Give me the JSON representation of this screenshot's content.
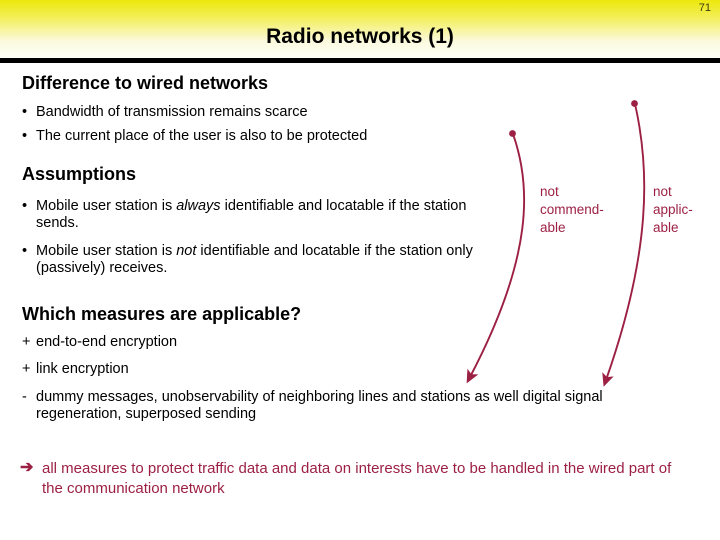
{
  "slide": {
    "page_number": "71",
    "title": "Radio networks (1)",
    "accent_color": "#9c2044",
    "header_color": "#ece80c",
    "rule_color": "#000000"
  },
  "sections": [
    {
      "heading": "Difference to wired networks",
      "bullets": [
        {
          "marker": "•",
          "text": "Bandwidth of transmission remains scarce"
        },
        {
          "marker": "•",
          "text": "The current place of the user is also to be protected"
        }
      ]
    },
    {
      "heading": "Assumptions",
      "bullets": [
        {
          "marker": "•",
          "pre": "Mobile user station is ",
          "em": "always",
          "post": " identifiable and locatable if the station sends."
        },
        {
          "marker": "•",
          "pre": "Mobile user station is ",
          "em": "not",
          "post": " identifiable and locatable if the station only (passively) receives."
        }
      ]
    },
    {
      "heading": "Which measures are applicable?",
      "bullets": [
        {
          "marker": "+",
          "text": "end-to-end encryption"
        },
        {
          "marker": "+",
          "text": "link encryption"
        },
        {
          "marker": "-",
          "text": "dummy messages, unobservability of neighboring lines and stations as well digital signal regeneration, superposed sending"
        }
      ]
    }
  ],
  "annotations": [
    {
      "text": "not commend-able",
      "line0": "not",
      "line1": "commend-",
      "line2": "able"
    },
    {
      "text": "not applic-able",
      "line0": "not",
      "line1": "applic-",
      "line2": "able"
    }
  ],
  "conclusion": {
    "marker": "➔",
    "text": "all measures to protect traffic data and data on interests have to be handled in the wired part of the communication network"
  }
}
